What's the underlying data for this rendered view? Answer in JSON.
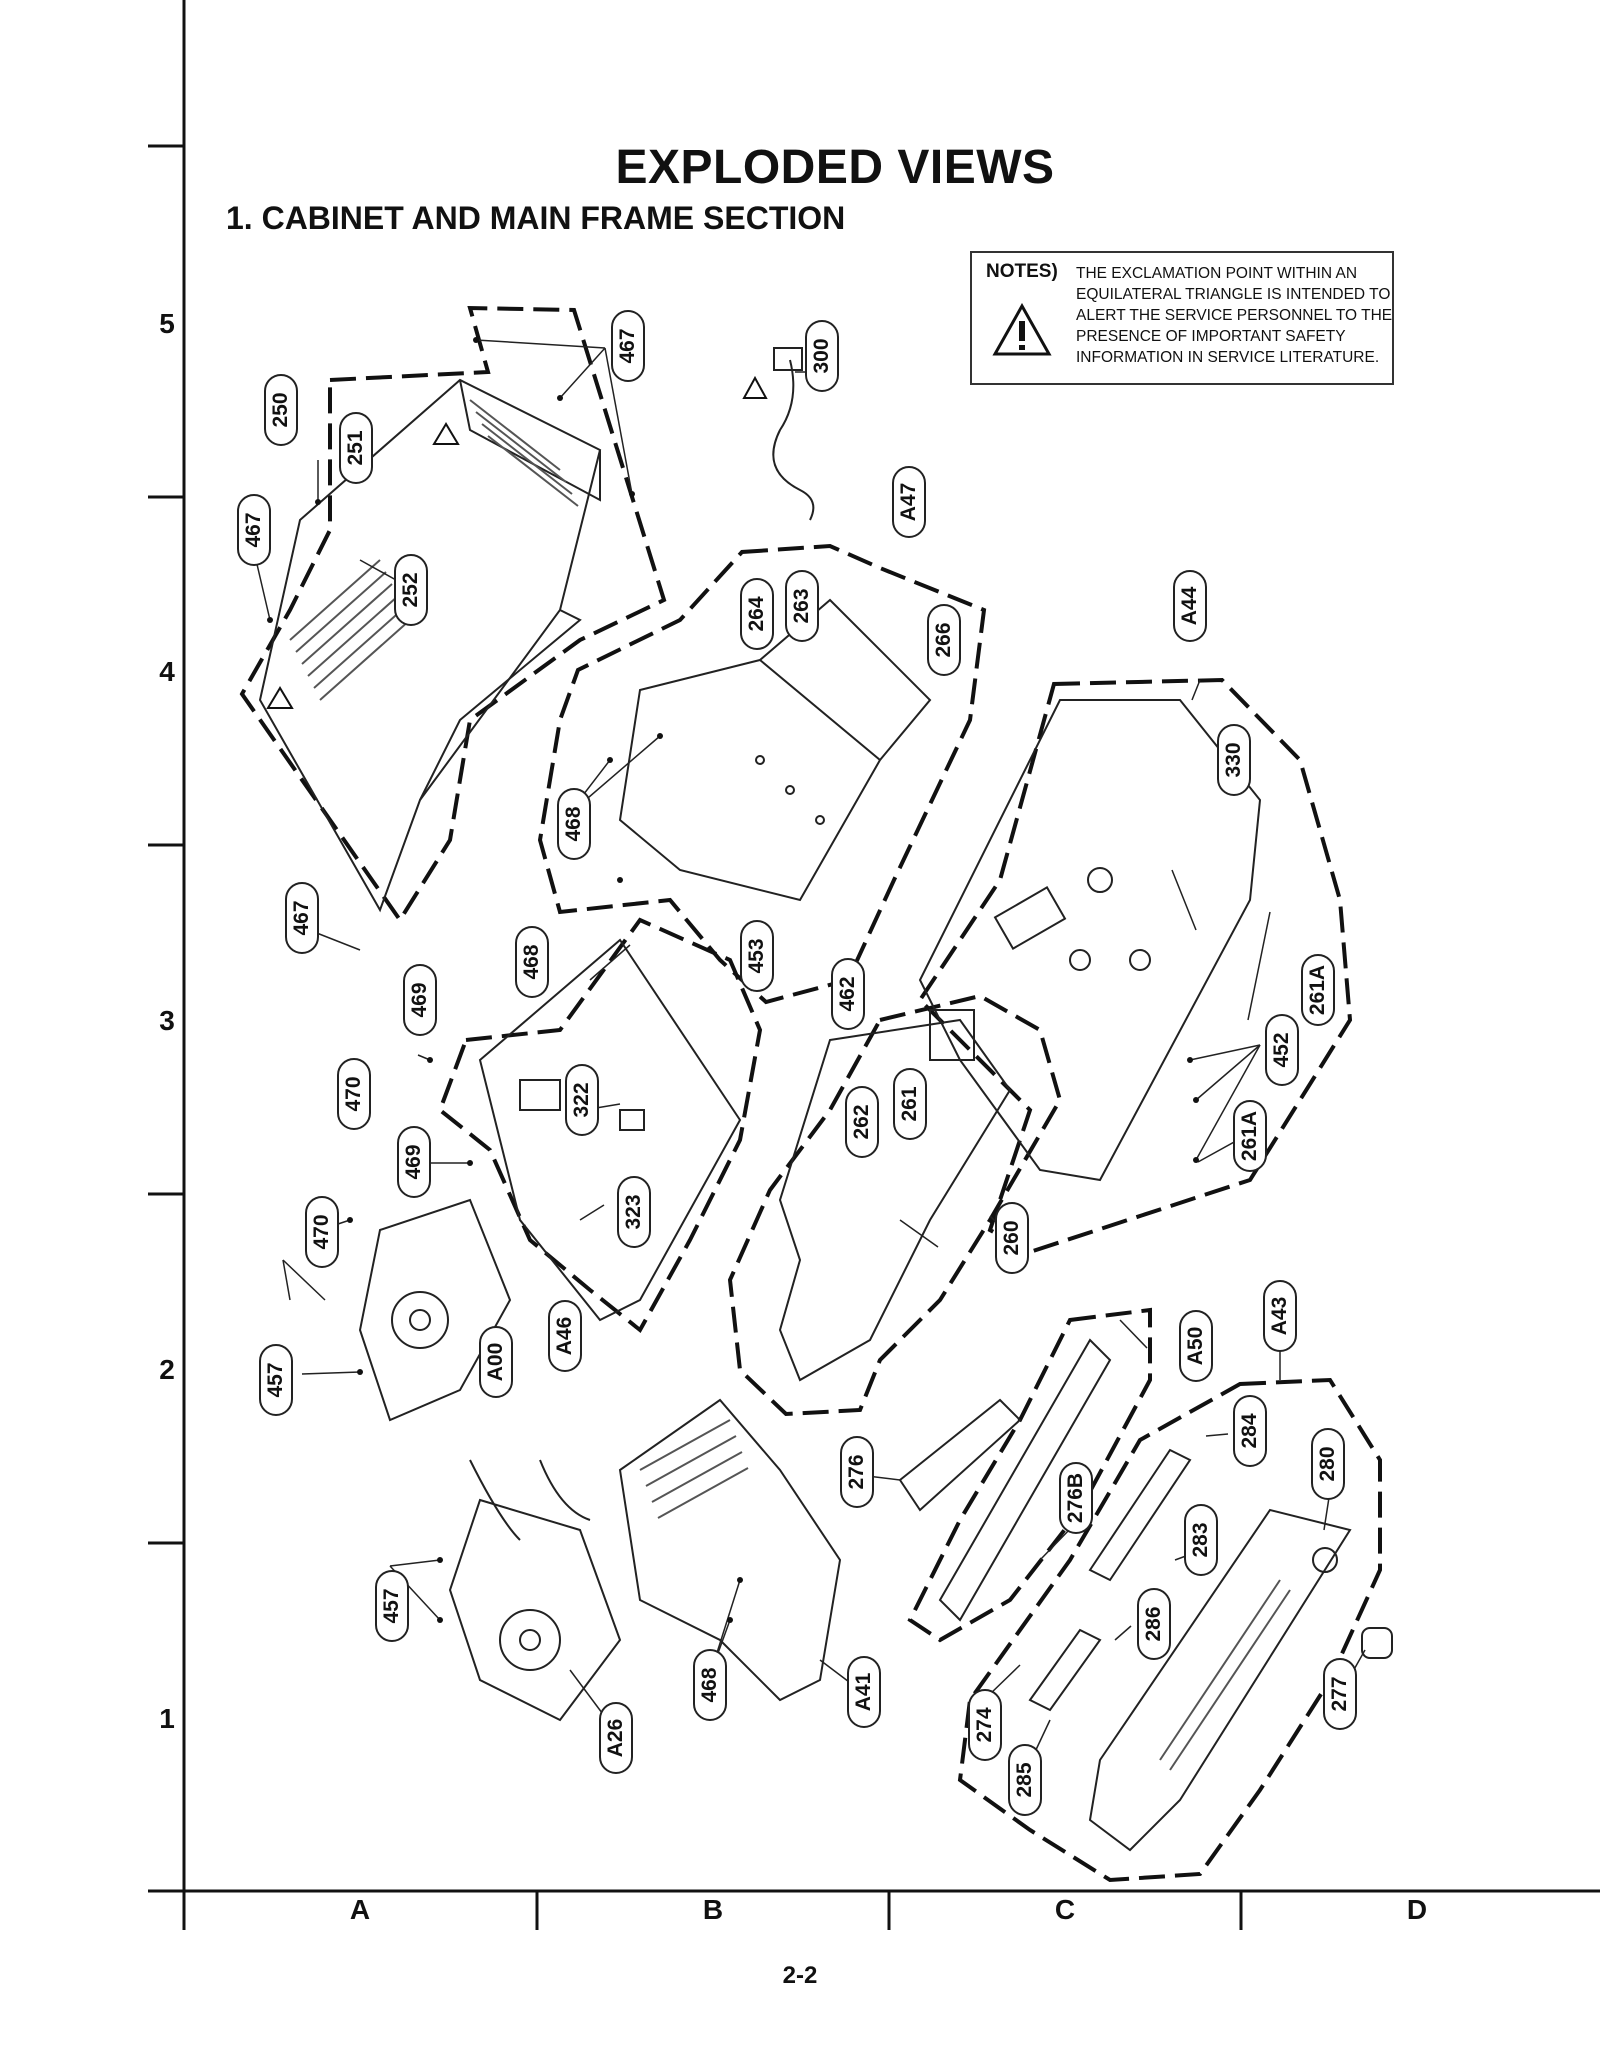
{
  "title": "EXPLODED VIEWS",
  "section": "1. CABINET AND MAIN FRAME SECTION",
  "notes": {
    "heading": "NOTES)",
    "text": "THE EXCLAMATION POINT WITHIN AN EQUILATERAL TRIANGLE IS INTENDED TO ALERT THE SERVICE PERSONNEL TO THE PRESENCE OF IMPORTANT SAFETY INFORMATION IN SERVICE LITERATURE.",
    "icon": "warning-triangle-icon"
  },
  "grid": {
    "rows": [
      "5",
      "4",
      "3",
      "2",
      "1"
    ],
    "columns": [
      "A",
      "B",
      "C",
      "D"
    ]
  },
  "page_number": "2-2",
  "callouts": [
    "467",
    "300",
    "250",
    "251",
    "A47",
    "467",
    "252",
    "264",
    "263",
    "266",
    "A44",
    "468",
    "330",
    "467",
    "468",
    "453",
    "462",
    "469",
    "261A",
    "322",
    "452",
    "470",
    "262",
    "261",
    "469",
    "323",
    "261A",
    "470",
    "260",
    "A50",
    "A43",
    "457",
    "A00",
    "A46",
    "284",
    "276",
    "280",
    "276B",
    "283",
    "457",
    "286",
    "274",
    "277",
    "468",
    "A41",
    "A26",
    "285"
  ]
}
